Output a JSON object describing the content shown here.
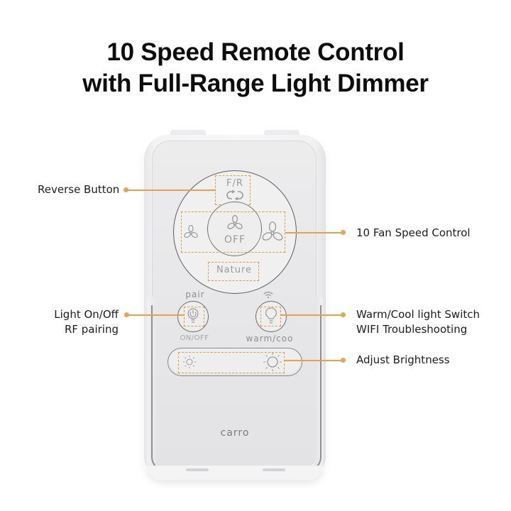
{
  "title": {
    "line1": "10 Speed Remote Control",
    "line2": "with Full-Range Light Dimmer"
  },
  "remote": {
    "brand": "carro",
    "dial": {
      "reverse_label": "F/R",
      "reverse_icon": "reverse-arrows-icon",
      "fan_low_icon": "fan-small-icon",
      "fan_off_icon": "fan-icon",
      "off_label": "OFF",
      "fan_high_icon": "fan-large-icon",
      "nature_label": "Nature"
    },
    "light_button": {
      "top_label": "pair",
      "bottom_label": "ON/OFF",
      "icon": "power-bulb-icon"
    },
    "color_button": {
      "top_icon": "wifi-icon",
      "bottom_label": "warm/coo",
      "icon": "bulb-icon"
    },
    "brightness_bar": {
      "dim_icon": "sun-small-icon",
      "bright_icon": "sun-large-icon"
    }
  },
  "callouts": {
    "reverse": "Reverse Button",
    "fan_speed": "10 Fan Speed Control",
    "light_line1": "Light On/Off",
    "light_line2": "RF pairing",
    "color_line1": "Warm/Cool light Switch",
    "color_line2": "WIFI Troubleshooting",
    "brightness": "Adjust Brightness"
  },
  "colors": {
    "accent": "#E39A3B",
    "title": "#0D0D0D",
    "remote_body": "#E8E8EA",
    "button_text": "#9A9A9C"
  }
}
